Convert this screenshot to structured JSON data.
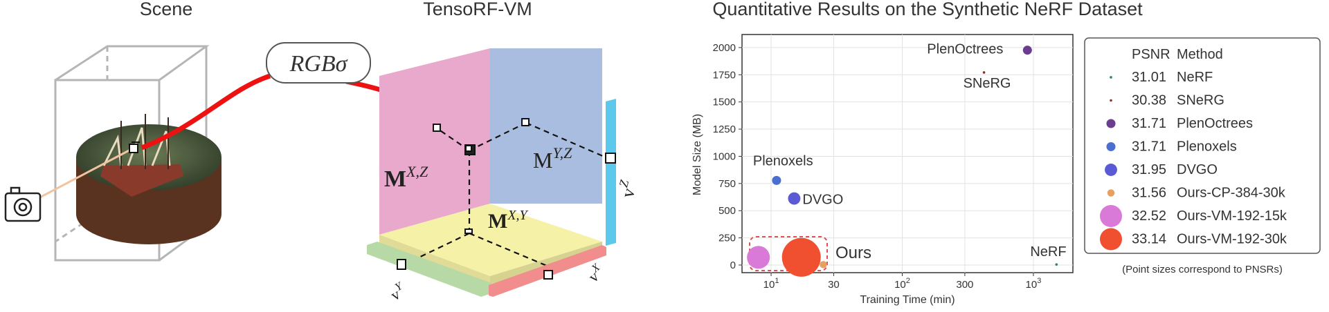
{
  "scene": {
    "title": "Scene",
    "rgb_label": "RGBσ"
  },
  "tensorf": {
    "title": "TensoRF-VM",
    "m_xz": "M",
    "m_xz_sup": "X,Z",
    "m_yz": "M",
    "m_yz_sup": "Y,Z",
    "m_xy": "M",
    "m_xy_sup": "X,Y",
    "v_z": "v",
    "v_z_sup": "Z",
    "v_y": "v",
    "v_y_sup": "Y",
    "v_x": "v",
    "v_x_sup": "X",
    "colors": {
      "xz": "#e8a9cc",
      "yz": "#a9bde0",
      "xy": "#f5f2a8",
      "vz": "#5cc9ec",
      "vy": "#b7d9a6",
      "vx": "#f28d8d"
    }
  },
  "chart_data": {
    "type": "scatter",
    "title": "Quantitative Results on the Synthetic NeRF Dataset",
    "xlabel": "Training Time (min)",
    "ylabel": "Model Size (MB)",
    "xscale": "log",
    "xlim": [
      6,
      2000
    ],
    "ylim": [
      -70,
      2120
    ],
    "xticks": [
      {
        "v": 10,
        "base": "10",
        "sup": "1"
      },
      {
        "v": 30,
        "base": "30",
        "sup": ""
      },
      {
        "v": 100,
        "base": "10",
        "sup": "2"
      },
      {
        "v": 300,
        "base": "300",
        "sup": ""
      },
      {
        "v": 1000,
        "base": "10",
        "sup": "3"
      }
    ],
    "yticks": [
      "0",
      "250",
      "500",
      "750",
      "1000",
      "1250",
      "1500",
      "1750",
      "2000"
    ],
    "grid": true,
    "legend_headers": [
      "PSNR",
      "Method"
    ],
    "points": [
      {
        "name": "NeRF",
        "psnr": "31.01",
        "x": 1500,
        "y": 5,
        "color": "#2e8b57",
        "label": "NeRF"
      },
      {
        "name": "SNeRG",
        "psnr": "30.38",
        "x": 420,
        "y": 1771,
        "color": "#7a3b2e",
        "label": "SNeRG"
      },
      {
        "name": "PlenOctrees",
        "psnr": "31.71",
        "x": 900,
        "y": 1976,
        "color": "#6a3d8f",
        "label": "PlenOctrees"
      },
      {
        "name": "Plenoxels",
        "psnr": "31.71",
        "x": 11,
        "y": 778,
        "color": "#4a6fd0",
        "label": "Plenoxels"
      },
      {
        "name": "DVGO",
        "psnr": "31.95",
        "x": 15,
        "y": 612,
        "color": "#5a5ad6",
        "label": "DVGO"
      },
      {
        "name": "Ours-CP-384-30k",
        "psnr": "31.56",
        "x": 25,
        "y": 4,
        "color": "#e8a060",
        "label": ""
      },
      {
        "name": "Ours-VM-192-15k",
        "psnr": "32.52",
        "x": 8,
        "y": 71,
        "color": "#d97ad9",
        "label": ""
      },
      {
        "name": "Ours-VM-192-30k",
        "psnr": "33.14",
        "x": 17,
        "y": 71,
        "color": "#f05030",
        "label": ""
      }
    ],
    "ours_label": "Ours",
    "note": "(Point sizes correspond to PNSRs)"
  }
}
